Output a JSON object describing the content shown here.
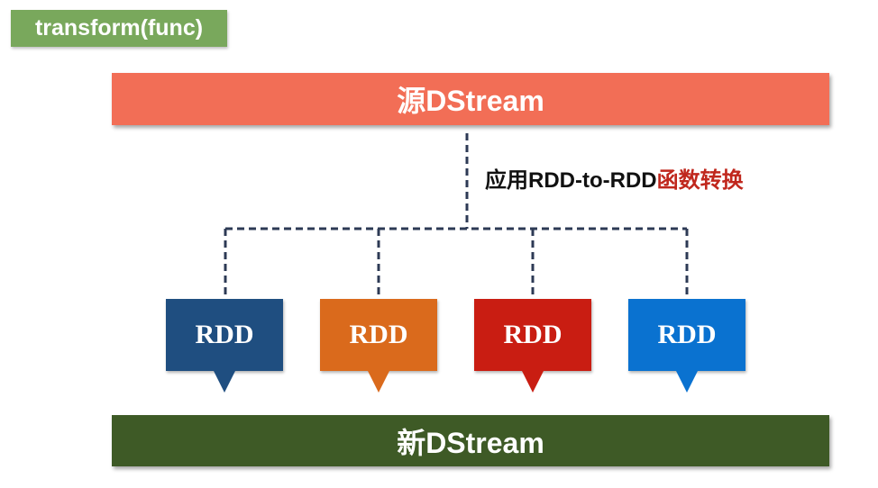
{
  "title_tag": "transform(func)",
  "source_stream": "源DStream",
  "target_stream": "新DStream",
  "annotation": {
    "text": "应用RDD-to-RDD",
    "highlight": "函数转换"
  },
  "rdds": [
    {
      "label": "RDD",
      "color": "#1f4e80"
    },
    {
      "label": "RDD",
      "color": "#da6a1c"
    },
    {
      "label": "RDD",
      "color": "#c91d12"
    },
    {
      "label": "RDD",
      "color": "#0a72d0"
    }
  ],
  "colors": {
    "title_tag": "#79a85c",
    "source_stream": "#f26e56",
    "target_stream": "#3e5a26",
    "connector": "#2d3a55",
    "annotation_highlight": "#c0271d"
  }
}
